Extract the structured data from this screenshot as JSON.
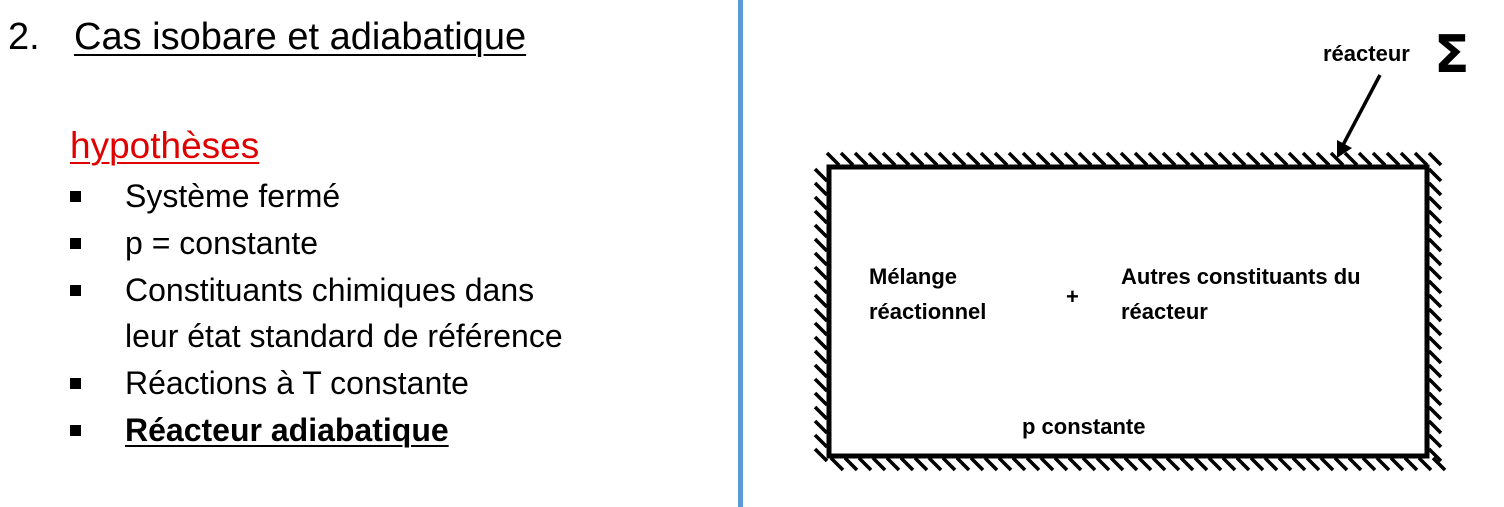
{
  "heading": {
    "number": "2.",
    "text": "Cas isobare et adiabatique"
  },
  "hypotheses": {
    "title": "hypothèses",
    "items": [
      "Système fermé",
      "p = constante",
      "Constituants chimiques dans",
      "leur état standard de référence",
      "Réactions à T constante",
      "Réacteur adiabatique"
    ]
  },
  "diagram": {
    "reactor_label": "réacteur",
    "sigma": "Σ",
    "mixture_label": "Mélange\nréactionnel",
    "plus": "+",
    "others_label": "Autres constituants du\nréacteur",
    "pressure_label": "p constante"
  },
  "colors": {
    "accent": "#e00000",
    "divider": "#5b9bd5"
  }
}
